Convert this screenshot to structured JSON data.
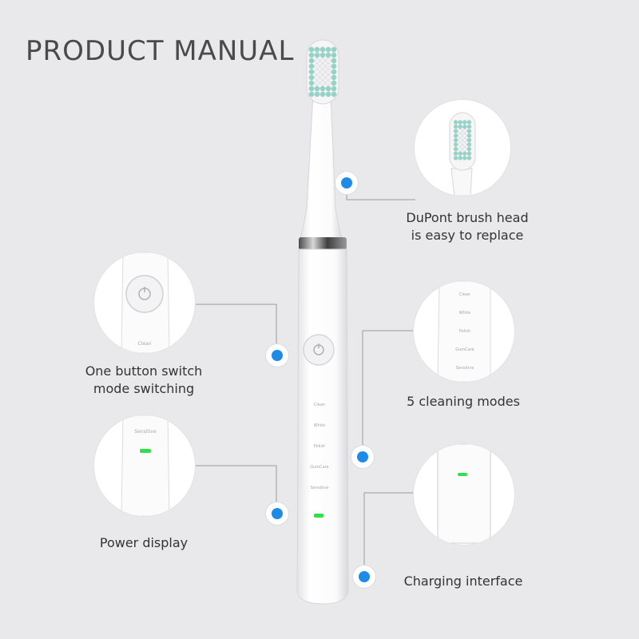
{
  "title": "PRODUCT MANUAL",
  "features": {
    "brush_head": {
      "line1": "DuPont brush head",
      "line2": "is easy to replace"
    },
    "button": {
      "line1": "One button switch",
      "line2": "mode switching"
    },
    "modes": {
      "line1": "5 cleaning modes"
    },
    "power": {
      "line1": "Power display"
    },
    "charging": {
      "line1": "Charging interface"
    }
  },
  "mode_labels": [
    "Clean",
    "White",
    "Polish",
    "GumCare",
    "Sensitive"
  ],
  "colors": {
    "background": "#e9e9eb",
    "marker": "#1e8be8",
    "indicator": "#2ee04a",
    "bristle_accent": "#8fd6c8"
  }
}
